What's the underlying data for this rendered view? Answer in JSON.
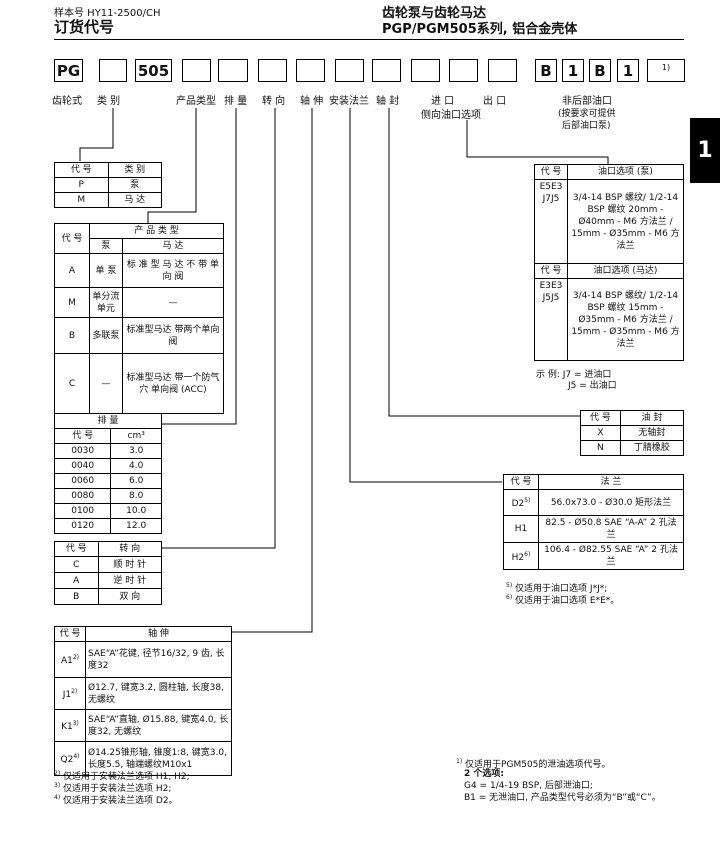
{
  "header": {
    "catalog": "样本号 HY11-2500/CH",
    "order_code": "订货代号",
    "title_cn": "齿轮泵与齿轮马达",
    "title_series": "PGP/PGM505系列, 铝合金壳体"
  },
  "chapter": "1",
  "code_boxes": {
    "b0": "PG",
    "b2": "505",
    "b13": "B",
    "b14": "1",
    "b15": "B",
    "b16": "1",
    "fn": "1)"
  },
  "labels": {
    "gear": "齿轮式",
    "category": "类 别",
    "product_type": "产品类型",
    "displacement": "排 量",
    "rotation": "转 向",
    "shaft": "轴 伸",
    "flange": "安装法兰",
    "seal": "轴 封",
    "inlet": "进 口",
    "outlet": "出 口",
    "side_port": "侧向油口选项",
    "rear_port": "非后部油口",
    "rear_port2": "(按要求可提供",
    "rear_port3": "后部油口泵)"
  },
  "category_table": {
    "h_code": "代 号",
    "h_cat": "类 别",
    "rows": [
      {
        "code": "P",
        "name": "泵"
      },
      {
        "code": "M",
        "name": "马 达"
      }
    ]
  },
  "product_table": {
    "h_code": "代 号",
    "h_type": "产 品 类 型",
    "h_pump": "泵",
    "h_motor": "马 达",
    "rows": [
      {
        "code": "A",
        "pump": "单 泵",
        "motor": "标 准 型 马 达 不 带 单 向 阀"
      },
      {
        "code": "M",
        "pump": "单分流单元",
        "motor": "—"
      },
      {
        "code": "B",
        "pump": "多联泵",
        "motor": "标准型马达 带两个单向阀"
      },
      {
        "code": "C",
        "pump": "—",
        "motor": "标准型马达 带一个防气穴 单向阀 (ACC)"
      }
    ]
  },
  "displacement_table": {
    "title": "排 量",
    "h_code": "代 号",
    "h_unit": "cm³",
    "rows": [
      {
        "code": "0030",
        "value": "3.0"
      },
      {
        "code": "0040",
        "value": "4.0"
      },
      {
        "code": "0060",
        "value": "6.0"
      },
      {
        "code": "0080",
        "value": "8.0"
      },
      {
        "code": "0100",
        "value": "10.0"
      },
      {
        "code": "0120",
        "value": "12.0"
      }
    ]
  },
  "rotation_table": {
    "h_code": "代 号",
    "h_dir": "转 向",
    "rows": [
      {
        "code": "C",
        "name": "顺 时 针"
      },
      {
        "code": "A",
        "name": "逆 时 针"
      },
      {
        "code": "B",
        "name": "双 向"
      }
    ]
  },
  "shaft_table": {
    "h_code": "代 号",
    "h_shaft": "轴 伸",
    "rows": [
      {
        "code": "A1",
        "fn": "2)",
        "desc": "SAE“A”花键, 径节16/32, 9 齿, 长度32"
      },
      {
        "code": "J1",
        "fn": "2)",
        "desc": "Ø12.7, 键宽3.2, 圆柱轴, 长度38, 无螺纹"
      },
      {
        "code": "K1",
        "fn": "3)",
        "desc": "SAE“A”直轴, Ø15.88, 键宽4.0, 长度32, 无螺纹"
      },
      {
        "code": "Q2",
        "fn": "4)",
        "desc": "Ø14.25锥形轴, 锥度1:8, 键宽3.0, 长度5.5, 轴端螺纹M10x1"
      }
    ]
  },
  "shaft_notes": [
    {
      "fn": "2)",
      "text": "仅适用于安装法兰选项 H1, H2;"
    },
    {
      "fn": "3)",
      "text": "仅适用于安装法兰选项 H2;"
    },
    {
      "fn": "4)",
      "text": "仅适用于安装法兰选项 D2。"
    }
  ],
  "port_table": {
    "h_code": "代 号",
    "h_pump": "油口选项 (泵)",
    "h_motor": "油口选项 (马达)",
    "pump_codes": "E5E3\nJ7J5",
    "pump_desc": "3/4-14 BSP 螺纹/ 1/2-14 BSP 螺纹 20mm - Ø40mm - M6 方法兰 / 15mm - Ø35mm - M6 方法兰",
    "motor_codes": "E3E3\nJ5J5",
    "motor_desc": "3/4-14 BSP 螺纹/ 1/2-14 BSP 螺纹 15mm - Ø35mm - M6 方法兰 / 15mm - Ø35mm - M6 方法兰"
  },
  "port_example": {
    "prefix": "示 例:",
    "l1": "J7 = 进油口",
    "l2": "J5 = 出油口"
  },
  "seal_table": {
    "h_code": "代 号",
    "h_seal": "油 封",
    "rows": [
      {
        "code": "X",
        "name": "无轴封"
      },
      {
        "code": "N",
        "name": "丁腈橡胶"
      }
    ]
  },
  "flange_table": {
    "h_code": "代 号",
    "h_flange": "法 兰",
    "rows": [
      {
        "code": "D2",
        "fn": "5)",
        "desc": "56.0x73.0 - Ø30.0 矩形法兰"
      },
      {
        "code": "H1",
        "fn": "",
        "desc": "82.5 - Ø50.8 SAE “A-A” 2 孔法兰"
      },
      {
        "code": "H2",
        "fn": "6)",
        "desc": "106.4 - Ø82.55 SAE “A” 2 孔法兰"
      }
    ]
  },
  "flange_notes": [
    {
      "fn": "5)",
      "text": "仅适用于油口选项 J*J*;"
    },
    {
      "fn": "6)",
      "text": "仅适用于油口选项 E*E*。"
    }
  ],
  "footnote1": {
    "fn": "1)",
    "l1": "仅适用于PGM505的泄油选项代号。",
    "l2": "2 个选项:",
    "l3": "G4 = 1/4-19 BSP, 后部泄油口;",
    "l4": "B1 = 无泄油口, 产品类型代号必须为“B”或“C”。"
  }
}
